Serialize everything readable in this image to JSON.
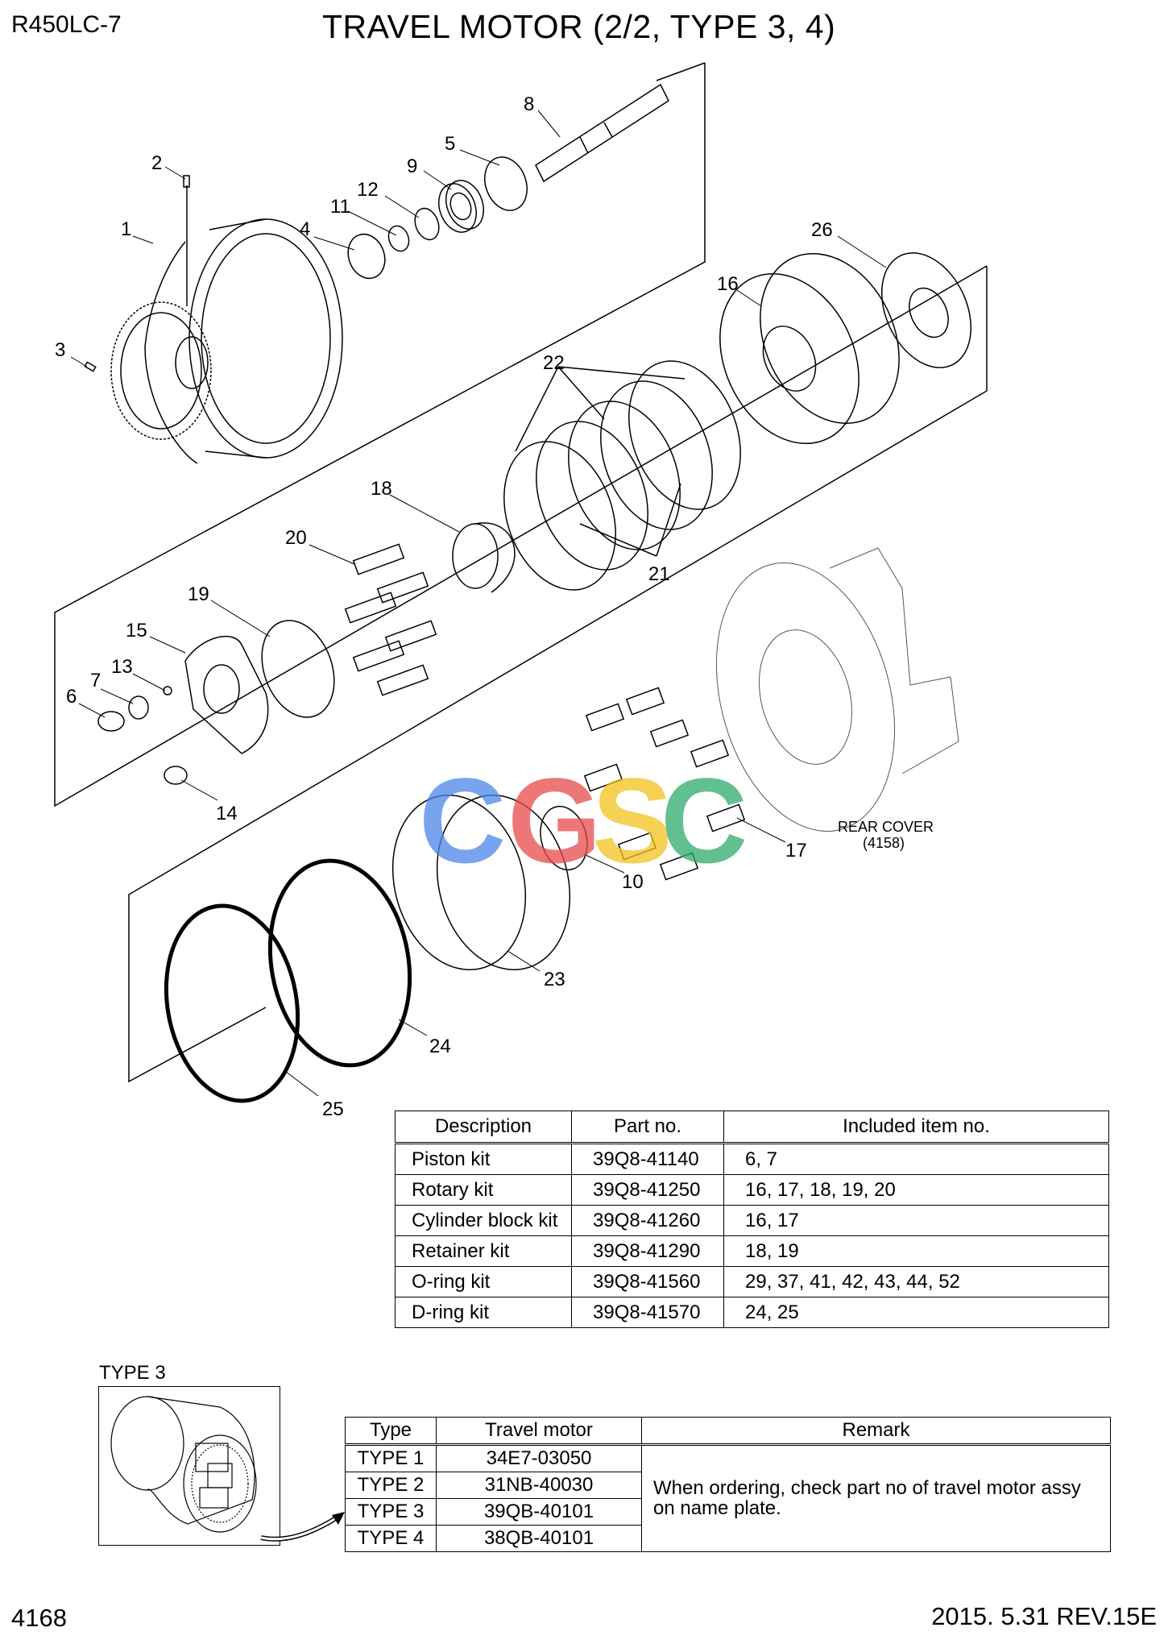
{
  "header": {
    "model": "R450LC-7",
    "title": "TRAVEL MOTOR (2/2, TYPE 3, 4)"
  },
  "footer": {
    "page_number": "4168",
    "revision": "2015. 5.31  REV.15E"
  },
  "diagram": {
    "part_labels": [
      "1",
      "2",
      "3",
      "4",
      "5",
      "6",
      "7",
      "8",
      "9",
      "10",
      "11",
      "12",
      "13",
      "14",
      "15",
      "16",
      "17",
      "18",
      "19",
      "20",
      "21",
      "22",
      "23",
      "24",
      "25",
      "26"
    ],
    "rear_cover_label": "REAR COVER",
    "rear_cover_ref": "(4158)",
    "watermark": "CGSC"
  },
  "kit_table": {
    "headers": [
      "Description",
      "Part no.",
      "Included item no."
    ],
    "rows": [
      [
        "Piston kit",
        "39Q8-41140",
        "6, 7"
      ],
      [
        "Rotary kit",
        "39Q8-41250",
        "16, 17, 18, 19, 20"
      ],
      [
        "Cylinder block kit",
        "39Q8-41260",
        "16, 17"
      ],
      [
        "Retainer kit",
        "39Q8-41290",
        "18, 19"
      ],
      [
        "O-ring kit",
        "39Q8-41560",
        "29, 37, 41, 42, 43, 44, 52"
      ],
      [
        "D-ring kit",
        "39Q8-41570",
        "24, 25"
      ]
    ]
  },
  "type_inset": {
    "label": "TYPE 3"
  },
  "type_table": {
    "headers": [
      "Type",
      "Travel motor",
      "Remark"
    ],
    "rows": [
      [
        "TYPE 1",
        "34E7-03050"
      ],
      [
        "TYPE 2",
        "31NB-40030"
      ],
      [
        "TYPE 3",
        "39QB-40101"
      ],
      [
        "TYPE 4",
        "38QB-40101"
      ]
    ],
    "remark": "When ordering, check part no of travel motor assy on name plate."
  }
}
